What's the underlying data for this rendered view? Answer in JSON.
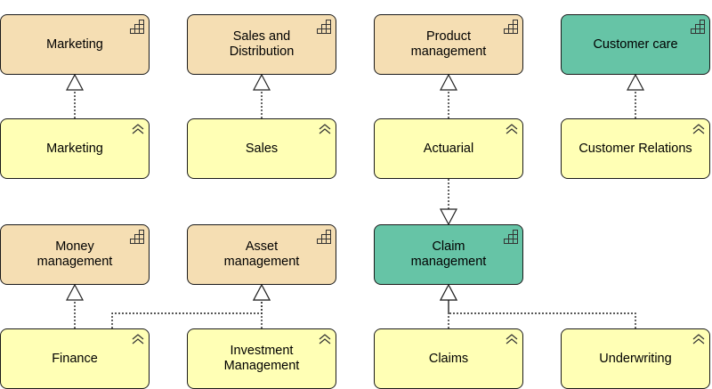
{
  "colors": {
    "capability": "#f5deb3",
    "capability_highlight": "#66c4a6",
    "function": "#ffffb5",
    "line": "#222222"
  },
  "icons": {
    "capability": "grid-icon",
    "function": "chevron-up-icon"
  },
  "nodes": [
    {
      "id": "cap-marketing",
      "label": "Marketing",
      "kind": "capability"
    },
    {
      "id": "cap-sales-distribution",
      "label": "Sales and\nDistribution",
      "kind": "capability"
    },
    {
      "id": "cap-product-management",
      "label": "Product\nmanagement",
      "kind": "capability"
    },
    {
      "id": "cap-customer-care",
      "label": "Customer care",
      "kind": "capability_highlight"
    },
    {
      "id": "fn-marketing",
      "label": "Marketing",
      "kind": "function"
    },
    {
      "id": "fn-sales",
      "label": "Sales",
      "kind": "function"
    },
    {
      "id": "fn-actuarial",
      "label": "Actuarial",
      "kind": "function"
    },
    {
      "id": "fn-customer-relations",
      "label": "Customer Relations",
      "kind": "function"
    },
    {
      "id": "cap-money-management",
      "label": "Money\nmanagement",
      "kind": "capability"
    },
    {
      "id": "cap-asset-management",
      "label": "Asset\nmanagement",
      "kind": "capability"
    },
    {
      "id": "cap-claim-management",
      "label": "Claim\nmanagement",
      "kind": "capability_highlight"
    },
    {
      "id": "fn-finance",
      "label": "Finance",
      "kind": "function"
    },
    {
      "id": "fn-investment-management",
      "label": "Investment\nManagement",
      "kind": "function"
    },
    {
      "id": "fn-claims",
      "label": "Claims",
      "kind": "function"
    },
    {
      "id": "fn-underwriting",
      "label": "Underwriting",
      "kind": "function"
    }
  ],
  "edges": [
    {
      "from": "fn-marketing",
      "to": "cap-marketing"
    },
    {
      "from": "fn-sales",
      "to": "cap-sales-distribution"
    },
    {
      "from": "fn-actuarial",
      "to": "cap-product-management"
    },
    {
      "from": "fn-actuarial",
      "to": "cap-claim-management"
    },
    {
      "from": "fn-customer-relations",
      "to": "cap-customer-care"
    },
    {
      "from": "fn-finance",
      "to": "cap-money-management"
    },
    {
      "from": "fn-finance",
      "to": "cap-asset-management"
    },
    {
      "from": "fn-investment-management",
      "to": "cap-asset-management"
    },
    {
      "from": "fn-claims",
      "to": "cap-claim-management"
    },
    {
      "from": "fn-underwriting",
      "to": "cap-claim-management"
    }
  ]
}
